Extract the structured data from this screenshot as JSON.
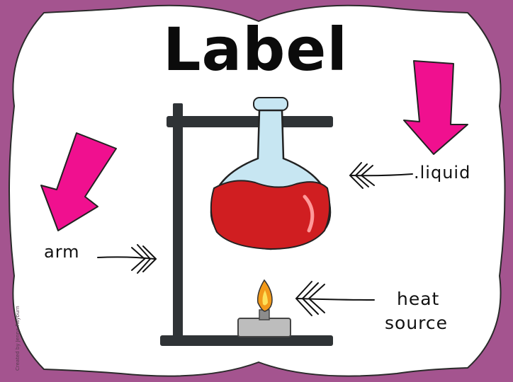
{
  "title": "Label",
  "labels": {
    "liquid": ".liquid",
    "arm": "arm",
    "heat_line1": "heat",
    "heat_line2": "source"
  },
  "credit": "Created by Jenna Rayburn",
  "colors": {
    "background": "#a4548f",
    "panel": "#ffffff",
    "pink_arrow": "#f0108f",
    "liquid": "#d01e21",
    "stand": "#2f3336",
    "flask_glass": "#c7e6f2",
    "flame": "#f29a1a"
  },
  "icons": [
    "pink-down-arrow-icon",
    "hand-drawn-arrow-icon",
    "flask-icon",
    "burner-icon",
    "ring-stand-icon"
  ]
}
